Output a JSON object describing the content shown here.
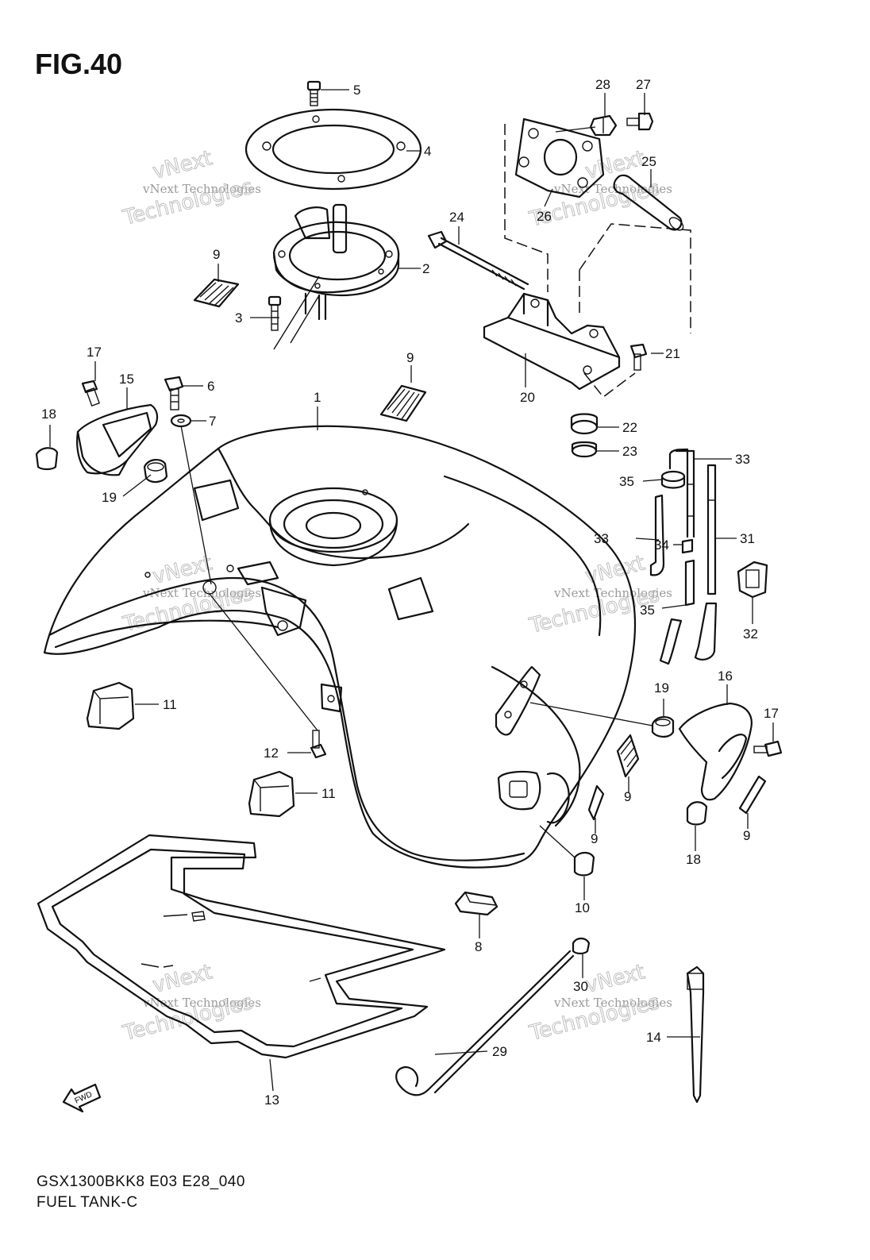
{
  "figure": {
    "title": "FIG.40"
  },
  "footer": {
    "code": "GSX1300BKK8 E03 E28_040",
    "name": "FUEL TANK-C"
  },
  "watermark": {
    "small": "vNext Technologies",
    "large_top": "vNext",
    "large_bottom": "Technologies"
  },
  "fwd_label": "FWD",
  "callouts": [
    {
      "id": "c1",
      "text": "1"
    },
    {
      "id": "c2",
      "text": "2"
    },
    {
      "id": "c3",
      "text": "3"
    },
    {
      "id": "c4",
      "text": "4"
    },
    {
      "id": "c5",
      "text": "5"
    },
    {
      "id": "c6",
      "text": "6"
    },
    {
      "id": "c7",
      "text": "7"
    },
    {
      "id": "c8",
      "text": "8"
    },
    {
      "id": "c9a",
      "text": "9"
    },
    {
      "id": "c9b",
      "text": "9"
    },
    {
      "id": "c9c",
      "text": "9"
    },
    {
      "id": "c9d",
      "text": "9"
    },
    {
      "id": "c9e",
      "text": "9"
    },
    {
      "id": "c10",
      "text": "10"
    },
    {
      "id": "c11a",
      "text": "11"
    },
    {
      "id": "c11b",
      "text": "11"
    },
    {
      "id": "c12",
      "text": "12"
    },
    {
      "id": "c13",
      "text": "13"
    },
    {
      "id": "c14",
      "text": "14"
    },
    {
      "id": "c15",
      "text": "15"
    },
    {
      "id": "c16",
      "text": "16"
    },
    {
      "id": "c17a",
      "text": "17"
    },
    {
      "id": "c17b",
      "text": "17"
    },
    {
      "id": "c18a",
      "text": "18"
    },
    {
      "id": "c18b",
      "text": "18"
    },
    {
      "id": "c19a",
      "text": "19"
    },
    {
      "id": "c19b",
      "text": "19"
    },
    {
      "id": "c20",
      "text": "20"
    },
    {
      "id": "c21",
      "text": "21"
    },
    {
      "id": "c22",
      "text": "22"
    },
    {
      "id": "c23",
      "text": "23"
    },
    {
      "id": "c24",
      "text": "24"
    },
    {
      "id": "c25",
      "text": "25"
    },
    {
      "id": "c26",
      "text": "26"
    },
    {
      "id": "c27",
      "text": "27"
    },
    {
      "id": "c28",
      "text": "28"
    },
    {
      "id": "c29",
      "text": "29"
    },
    {
      "id": "c30",
      "text": "30"
    },
    {
      "id": "c31",
      "text": "31"
    },
    {
      "id": "c32",
      "text": "32"
    },
    {
      "id": "c33a",
      "text": "33"
    },
    {
      "id": "c33b",
      "text": "33"
    },
    {
      "id": "c34",
      "text": "34"
    },
    {
      "id": "c35a",
      "text": "35"
    },
    {
      "id": "c35b",
      "text": "35"
    }
  ]
}
